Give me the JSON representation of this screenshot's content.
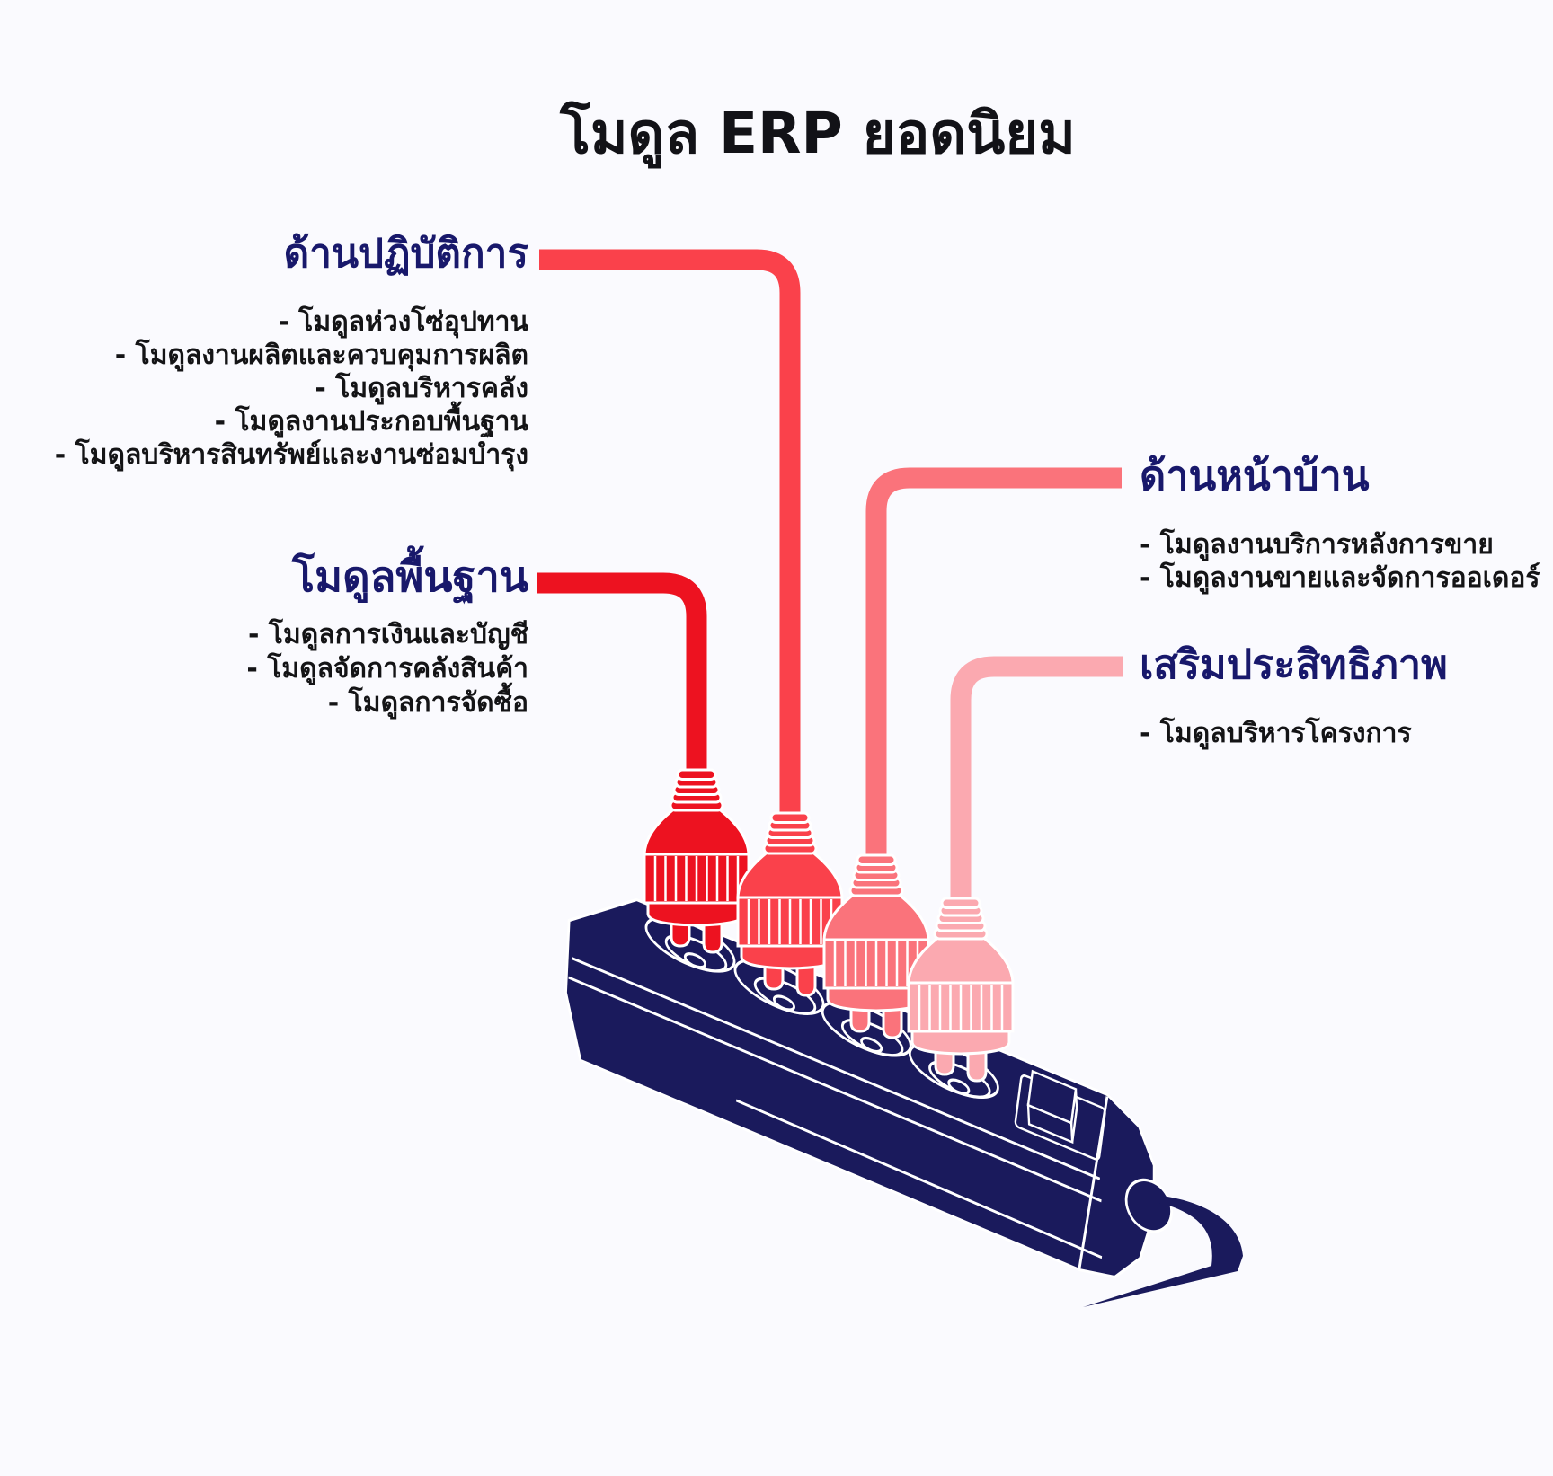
{
  "title": "โมดูล ERP ยอดนิยม",
  "sections": [
    {
      "id": "operations",
      "heading": "ด้านปฏิบัติการ",
      "color": "#FA414B",
      "items": [
        "- โมดูลห่วงโซ่อุปทาน",
        "- โมดูลงานผลิตและควบคุมการผลิต",
        "- โมดูลบริหารคลัง",
        "- โมดูลงานประกอบพื้นฐาน",
        "- โมดูลบริหารสินทรัพย์และงานซ่อมบำรุง"
      ]
    },
    {
      "id": "core",
      "heading": "โมดูลพื้นฐาน",
      "color": "#ED1220",
      "items": [
        "- โมดูลการเงินและบัญชี",
        "- โมดูลจัดการคลังสินค้า",
        "- โมดูลการจัดซื้อ"
      ]
    },
    {
      "id": "front-office",
      "heading": "ด้านหน้าบ้าน",
      "color": "#FA737B",
      "items": [
        "- โมดูลงานบริการหลังการขาย",
        "- โมดูลงานขายและจัดการออเดอร์"
      ]
    },
    {
      "id": "efficiency",
      "heading": "เสริมประสิทธิภาพ",
      "color": "#FBA9B0",
      "items": [
        "- โมดูลบริหารโครงการ"
      ]
    }
  ],
  "illustration": {
    "power_strip_color": "#1A1A5C",
    "outline_color": "#FFFFFF",
    "background_color": "#FAFAFE",
    "plug_count": "4",
    "socket_count": "4"
  }
}
